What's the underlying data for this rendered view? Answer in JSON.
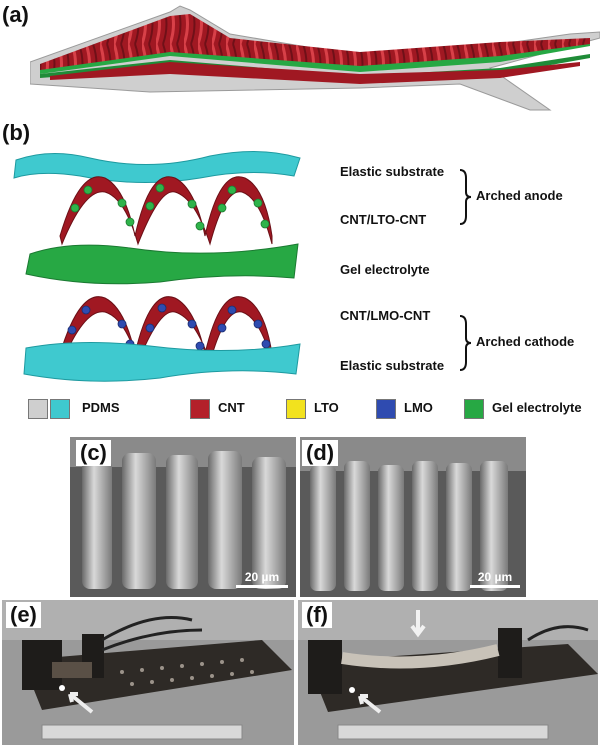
{
  "panels": {
    "a": "(a)",
    "b": "(b)",
    "c": "(c)",
    "d": "(d)",
    "e": "(e)",
    "f": "(f)"
  },
  "layers": {
    "elastic_top": "Elastic substrate",
    "cnt_lto": "CNT/LTO-CNT",
    "gel": "Gel electrolyte",
    "cnt_lmo": "CNT/LMO-CNT",
    "elastic_bottom": "Elastic substrate",
    "arched_anode": "Arched anode",
    "arched_cathode": "Arched cathode"
  },
  "legend": {
    "pdms": "PDMS",
    "cnt": "CNT",
    "lto": "LTO",
    "lmo": "LMO",
    "gel": "Gel electrolyte"
  },
  "scalebars": {
    "c": "20 µm",
    "d": "20 µm"
  },
  "colors": {
    "pdms_gray": "#cfcfcf",
    "pdms_cyan": "#3fc9cf",
    "cnt": "#b3202a",
    "lto": "#f2e21e",
    "lmo": "#2f4bb0",
    "gel": "#27a844"
  }
}
